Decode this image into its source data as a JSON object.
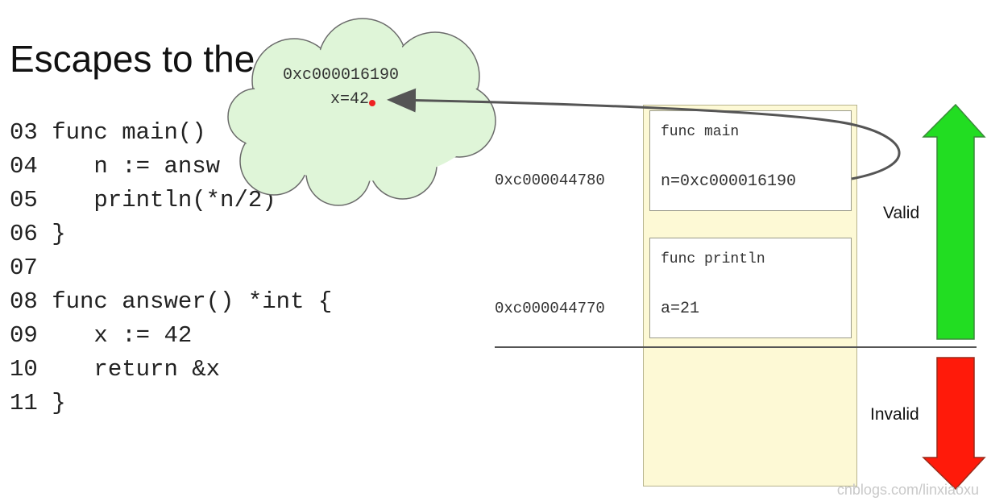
{
  "title": "Escapes to the",
  "code_lines": [
    {
      "num": "03",
      "text": "func main()"
    },
    {
      "num": "04",
      "text": "   n := answ"
    },
    {
      "num": "05",
      "text": "   println(*n/2)"
    },
    {
      "num": "06",
      "text": "}"
    },
    {
      "num": "07",
      "text": ""
    },
    {
      "num": "08",
      "text": "func answer() *int {"
    },
    {
      "num": "09",
      "text": "   x := 42"
    },
    {
      "num": "10",
      "text": "   return &x"
    },
    {
      "num": "11",
      "text": "}"
    }
  ],
  "heap_cloud": {
    "address": "0xc000016190",
    "value": "x=42"
  },
  "stack_frames": [
    {
      "address": "0xc000044780",
      "name": "func main",
      "var": "n=0xc000016190"
    },
    {
      "address": "0xc000044770",
      "name": "func println",
      "var": "a=21"
    }
  ],
  "labels": {
    "valid": "Valid",
    "invalid": "Invalid"
  },
  "colors": {
    "valid_arrow": "#22dd22",
    "invalid_arrow": "#ff1a0a",
    "cloud_fill": "#dff5d8",
    "stack_fill": "#fdf9d5",
    "pointer_dot": "#ee2222"
  },
  "watermark": "cnblogs.com/linxiaoxu"
}
